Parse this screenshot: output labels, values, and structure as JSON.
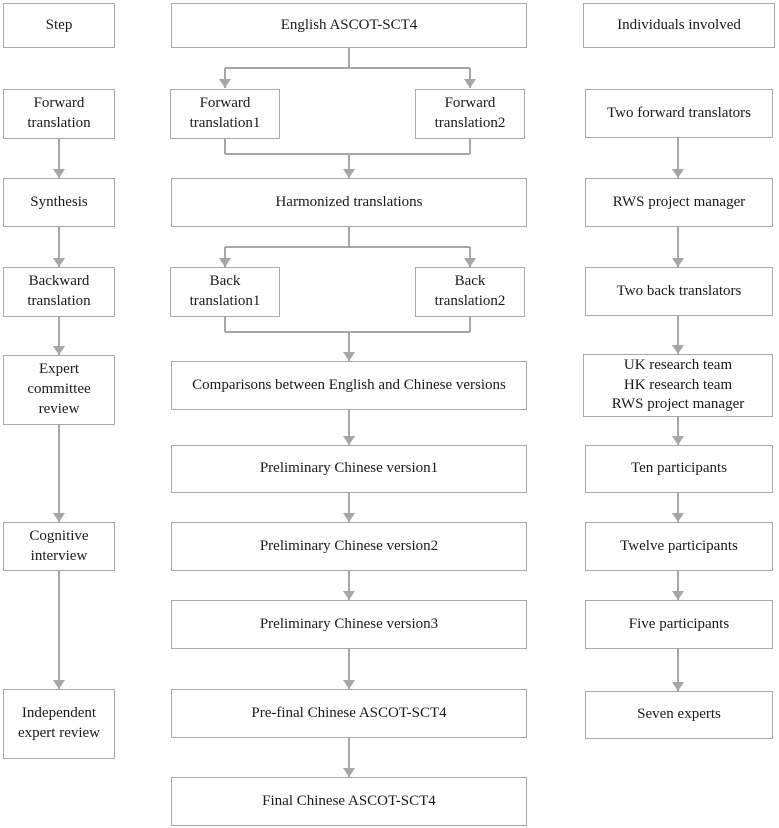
{
  "colors": {
    "box_border": "#a9a9a9",
    "connector": "#a6a6a6",
    "text": "#1a1a1a",
    "background": "#ffffff"
  },
  "cols": [
    {
      "id": "step",
      "nodes": [
        {
          "id": "step-header",
          "label": "Step"
        },
        {
          "id": "forward-translation",
          "label": "Forward\ntranslation"
        },
        {
          "id": "synthesis",
          "label": "Synthesis"
        },
        {
          "id": "backward-translation",
          "label": "Backward\ntranslation"
        },
        {
          "id": "expert-committee-review",
          "label": "Expert\ncommittee\nreview"
        },
        {
          "id": "cognitive-interview",
          "label": "Cognitive\ninterview"
        },
        {
          "id": "independent-expert-review",
          "label": "Independent\nexpert review"
        }
      ]
    },
    {
      "id": "process",
      "nodes": [
        {
          "id": "english-ascot-sct4",
          "label": "English ASCOT-SCT4"
        },
        {
          "id": "forward-translation1",
          "label": "Forward\ntranslation1"
        },
        {
          "id": "forward-translation2",
          "label": "Forward\ntranslation2"
        },
        {
          "id": "harmonized-translations",
          "label": "Harmonized translations"
        },
        {
          "id": "back-translation1",
          "label": "Back\ntranslation1"
        },
        {
          "id": "back-translation2",
          "label": "Back\ntranslation2"
        },
        {
          "id": "comparisons",
          "label": "Comparisons between English and Chinese versions"
        },
        {
          "id": "preliminary-chinese-version1",
          "label": "Preliminary Chinese version1"
        },
        {
          "id": "preliminary-chinese-version2",
          "label": "Preliminary Chinese version2"
        },
        {
          "id": "preliminary-chinese-version3",
          "label": "Preliminary Chinese version3"
        },
        {
          "id": "pre-final-chinese-ascot-sct4",
          "label": "Pre-final Chinese ASCOT-SCT4"
        },
        {
          "id": "final-chinese-ascot-sct4",
          "label": "Final Chinese ASCOT-SCT4"
        }
      ]
    },
    {
      "id": "individuals",
      "nodes": [
        {
          "id": "individuals-header",
          "label": "Individuals involved"
        },
        {
          "id": "two-forward-translators",
          "label": "Two forward translators"
        },
        {
          "id": "rws-project-manager",
          "label": "RWS project manager"
        },
        {
          "id": "two-back-translators",
          "label": "Two back translators"
        },
        {
          "id": "research-teams",
          "label": "UK research team\nHK research team\nRWS project manager"
        },
        {
          "id": "ten-participants",
          "label": "Ten participants"
        },
        {
          "id": "twelve-participants",
          "label": "Twelve participants"
        },
        {
          "id": "five-participants",
          "label": "Five participants"
        },
        {
          "id": "seven-experts",
          "label": "Seven experts"
        }
      ]
    }
  ]
}
